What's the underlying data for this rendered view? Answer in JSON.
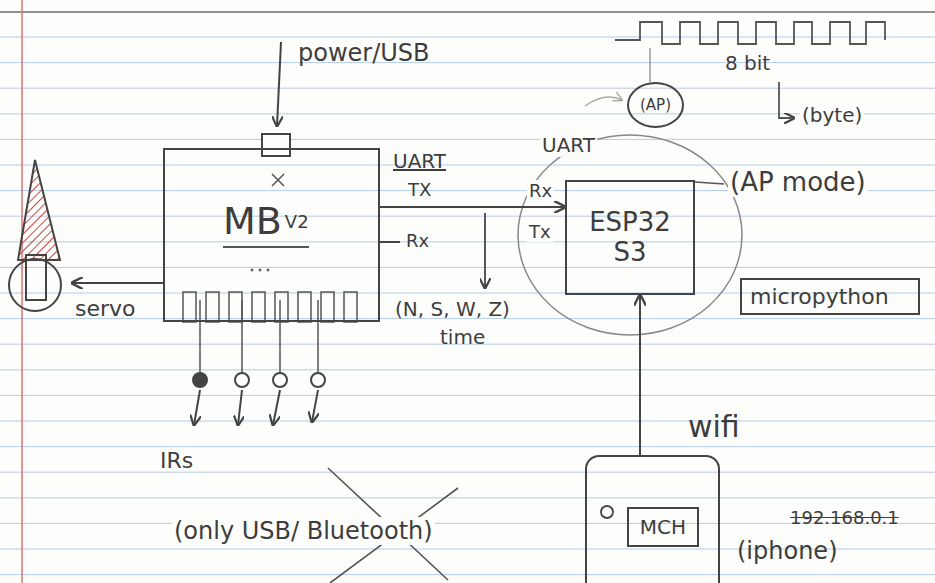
{
  "diagram": {
    "nodes": [
      {
        "text": [
          "MB",
          "V2"
        ]
      },
      {
        "text": [
          "servo"
        ]
      },
      {
        "text": [
          "ESP32 S3"
        ]
      },
      {
        "text": [
          "micropython"
        ]
      },
      {
        "text": [
          "(AP)"
        ]
      },
      {
        "text": [
          "(iphone)"
        ]
      },
      {
        "text": [
          "MCH"
        ],
        "in": 5
      }
    ],
    "edges": [
      {
        "from": 0,
        "to": 1,
        "arrow": "to"
      },
      {
        "from": 0,
        "to": 2,
        "arrow": "to"
      },
      {
        "from": 5,
        "to": 2,
        "label": "wifi",
        "arrow": "to"
      }
    ],
    "labels": [
      "power/USB",
      "UART",
      "TX",
      "Rx",
      "(N, S, W, Z)",
      "time",
      "UART",
      "Rx",
      "Tx",
      "(AP mode)",
      "8 bit",
      "(byte)",
      "IRs",
      "(only USB/ Bluetooth)",
      "192.168.0.1"
    ]
  }
}
